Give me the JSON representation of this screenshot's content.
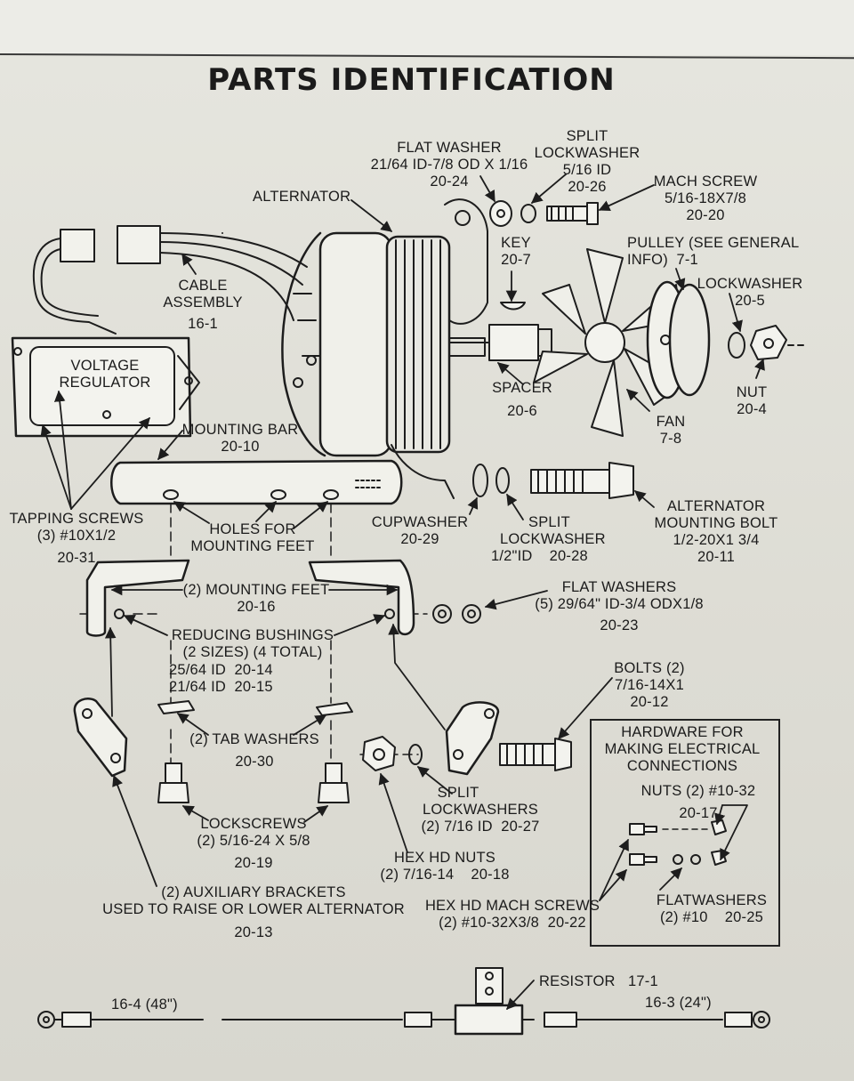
{
  "title": "PARTS IDENTIFICATION",
  "labels": {
    "flat_washer_1": "FLAT WASHER",
    "flat_washer_2": "21/64 ID-7/8 OD X 1/16",
    "flat_washer_3": "20-24",
    "split_lw_1": "SPLIT",
    "split_lw_2": "LOCKWASHER",
    "split_lw_3": "5/16 ID",
    "split_lw_4": "20-26",
    "mach_screw_1": "MACH SCREW",
    "mach_screw_2": "5/16-18X7/8",
    "mach_screw_3": "20-20",
    "alternator": "ALTERNATOR",
    "key_1": "KEY",
    "key_2": "20-7",
    "pulley_1": "PULLEY (SEE GENERAL",
    "pulley_2": "INFO)  7-1",
    "lockwasher_1": "LOCKWASHER",
    "lockwasher_2": "20-5",
    "cable_1": "CABLE",
    "cable_2": "ASSEMBLY",
    "cable_3": "16-1",
    "vr_1": "VOLTAGE",
    "vr_2": "REGULATOR",
    "spacer_1": "SPACER",
    "spacer_2": "20-6",
    "fan_1": "FAN",
    "fan_2": "7-8",
    "nut_1": "NUT",
    "nut_2": "20-4",
    "mbar_1": "MOUNTING BAR",
    "mbar_2": "20-10",
    "tap_1": "TAPPING SCREWS",
    "tap_2": "(3) #10X1/2",
    "tap_3": "20-31",
    "holes_1": "HOLES FOR",
    "holes_2": "MOUNTING FEET",
    "cup_1": "CUPWASHER",
    "cup_2": "20-29",
    "slw_1": "SPLIT",
    "slw_2": "LOCKWASHER",
    "slw_3": "1/2\"ID",
    "slw_4": "20-28",
    "amb_1": "ALTERNATOR",
    "amb_2": "MOUNTING BOLT",
    "amb_3": "1/2-20X1 3/4",
    "amb_4": "20-11",
    "feet_1": "(2) MOUNTING FEET",
    "feet_2": "20-16",
    "fw5_1": "FLAT WASHERS",
    "fw5_2": "(5) 29/64\" ID-3/4 ODX1/8",
    "fw5_3": "20-23",
    "rb_1": "REDUCING BUSHINGS",
    "rb_2": "(2 SIZES) (4 TOTAL)",
    "rb_3": "25/64 ID  20-14",
    "rb_4": "21/64 ID  20-15",
    "bolts_1": "BOLTS (2)",
    "bolts_2": "7/16-14X1",
    "bolts_3": "20-12",
    "tab_1": "(2) TAB WASHERS",
    "tab_2": "20-30",
    "hw_1": "HARDWARE FOR",
    "hw_2": "MAKING ELECTRICAL",
    "hw_3": "CONNECTIONS",
    "hwn_1": "NUTS (2) #10-32",
    "hwn_2": "20-17",
    "slws_1": "SPLIT",
    "slws_2": "LOCKWASHERS",
    "slws_3": "(2) 7/16 ID  20-27",
    "ls_1": "LOCKSCREWS",
    "ls_2": "(2) 5/16-24 X 5/8",
    "ls_3": "20-19",
    "hex_1": "HEX HD NUTS",
    "hex_2": "(2) 7/16-14    20-18",
    "aux_1": "(2) AUXILIARY BRACKETS",
    "aux_2": "USED TO RAISE OR LOWER ALTERNATOR",
    "aux_3": "20-13",
    "hms_1": "HEX HD MACH SCREWS",
    "hms_2": "(2) #10-32X3/8  20-22",
    "fws_1": "FLATWASHERS",
    "fws_2": "(2) #10    20-25",
    "resistor": "RESISTOR   17-1",
    "wire_48": "16-4 (48\")",
    "wire_24": "16-3 (24\")"
  }
}
